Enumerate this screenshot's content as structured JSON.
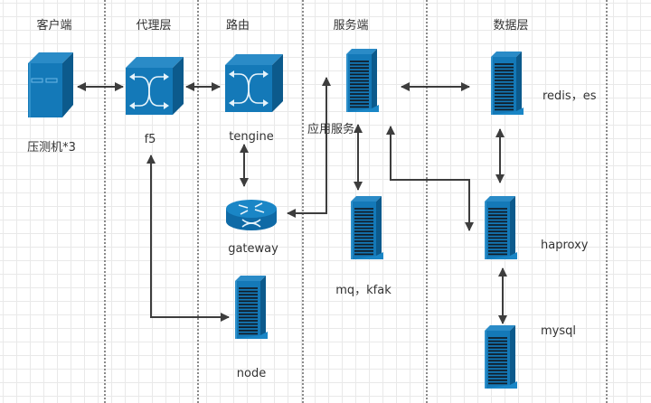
{
  "diagram": {
    "layers": [
      {
        "id": "client",
        "title": "客户端"
      },
      {
        "id": "proxy",
        "title": "代理层"
      },
      {
        "id": "route",
        "title": "路由"
      },
      {
        "id": "service",
        "title": "服务端"
      },
      {
        "id": "data",
        "title": "数据层"
      }
    ],
    "nodes": [
      {
        "id": "loadgen",
        "type": "pc-tower",
        "label": "压测机*3",
        "layer": "client"
      },
      {
        "id": "f5",
        "type": "switch",
        "label": "f5",
        "layer": "proxy"
      },
      {
        "id": "tengine",
        "type": "switch",
        "label": "tengine",
        "layer": "route"
      },
      {
        "id": "gateway",
        "type": "router",
        "label": "gateway",
        "layer": "route"
      },
      {
        "id": "node",
        "type": "server",
        "label": "node",
        "layer": "route"
      },
      {
        "id": "app",
        "type": "server",
        "label": "应用服务",
        "layer": "service"
      },
      {
        "id": "mq",
        "type": "server",
        "label": "mq，kfak",
        "layer": "service"
      },
      {
        "id": "redis",
        "type": "server",
        "label": "redis，es",
        "layer": "data"
      },
      {
        "id": "haproxy",
        "type": "server",
        "label": "haproxy",
        "layer": "data"
      },
      {
        "id": "mysql",
        "type": "server",
        "label": "mysql",
        "layer": "data"
      }
    ],
    "edges": [
      {
        "from": "loadgen",
        "to": "f5",
        "direction": "both"
      },
      {
        "from": "f5",
        "to": "tengine",
        "direction": "both"
      },
      {
        "from": "tengine",
        "to": "gateway",
        "direction": "both"
      },
      {
        "from": "gateway",
        "to": "app",
        "direction": "both"
      },
      {
        "from": "f5",
        "to": "node",
        "direction": "both"
      },
      {
        "from": "app",
        "to": "mq",
        "direction": "both"
      },
      {
        "from": "app",
        "to": "redis",
        "direction": "both"
      },
      {
        "from": "app",
        "to": "haproxy",
        "direction": "both"
      },
      {
        "from": "redis",
        "to": "haproxy",
        "direction": "both"
      },
      {
        "from": "haproxy",
        "to": "mysql",
        "direction": "both"
      }
    ],
    "colors": {
      "device": "#1479b8",
      "device_dark": "#0c5a8c",
      "device_light": "#3a9ad4",
      "arrow": "#3d3d3d",
      "separator": "#8a8a8a",
      "text": "#333333"
    }
  }
}
